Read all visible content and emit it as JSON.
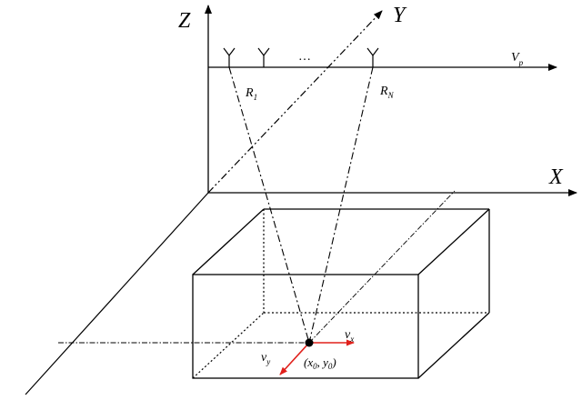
{
  "axes": {
    "z": "Z",
    "y": "Y",
    "x": "X"
  },
  "platform": {
    "velocity_label": "V",
    "velocity_sub": "p",
    "ellipsis": "…",
    "range_first_label": "R",
    "range_first_sub": "1",
    "range_last_label": "R",
    "range_last_sub": "N"
  },
  "target": {
    "vx_label": "v",
    "vx_sub": "x",
    "vy_label": "v",
    "vy_sub": "y",
    "position_open": "(",
    "x0": "x",
    "x0_sub": "0",
    "separator": ", ",
    "y0": "y",
    "y0_sub": "0",
    "position_close": ")"
  },
  "colors": {
    "velocity_arrow": "#e0201b",
    "lines": "#000000"
  }
}
